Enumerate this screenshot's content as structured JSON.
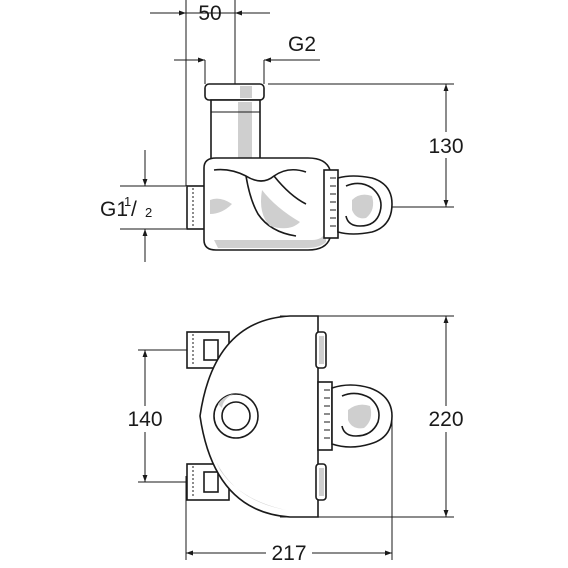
{
  "dimensions": {
    "top_width": "50",
    "top_thread": "G2",
    "top_height": "130",
    "side_thread_main": "G1",
    "side_thread_sup": "1",
    "side_thread_sep": "/",
    "side_thread_sub": "2",
    "bottom_spacing": "140",
    "bottom_height": "220",
    "bottom_width": "217"
  }
}
